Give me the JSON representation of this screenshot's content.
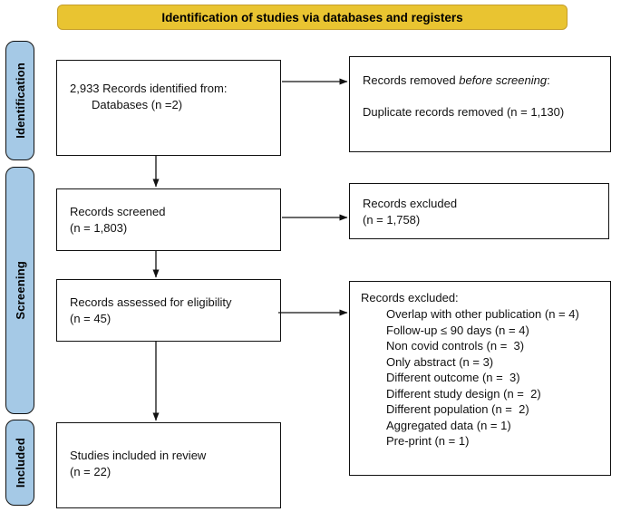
{
  "banner": {
    "title": "Identification of studies via databases and registers"
  },
  "stages": [
    {
      "label": "Identification"
    },
    {
      "label": "Screening"
    },
    {
      "label": "Included"
    }
  ],
  "boxes": {
    "identified": {
      "line1": "2,933 Records identified from:",
      "line2": "Databases (n =2)"
    },
    "removed": {
      "line1_prefix": "Records removed ",
      "line1_italic": "before screening",
      "line1_suffix": ":",
      "line2": "Duplicate records removed (n = 1,130)"
    },
    "screened": {
      "line1": "Records screened",
      "line2": "(n = 1,803)"
    },
    "excluded_screening": {
      "line1": "Records excluded",
      "line2": "(n = 1,758)"
    },
    "assessed": {
      "line1": "Records assessed for eligibility",
      "line2": "(n = 45)"
    },
    "excluded_eligibility": {
      "title": "Records excluded:",
      "items": [
        "Overlap with other publication (n = 4)",
        "Follow-up ≤ 90 days (n = 4)",
        "Non covid controls (n =  3)",
        "Only abstract (n = 3)",
        "Different outcome (n =  3)",
        "Different study design (n =  2)",
        "Different population (n =  2)",
        "Aggregated data (n = 1)",
        "Pre-print (n = 1)"
      ]
    },
    "included": {
      "line1": "Studies included in review",
      "line2": "(n = 22)"
    }
  },
  "colors": {
    "banner_bg": "#E9C431",
    "banner_border": "#C59E2B",
    "stage_bar_bg": "#A5C9E6",
    "box_border": "#111111",
    "text": "#111111"
  }
}
